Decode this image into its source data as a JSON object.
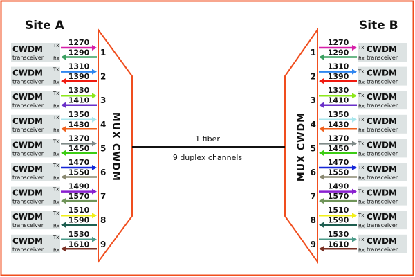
{
  "site_a": {
    "label": "Site A"
  },
  "site_b": {
    "label": "Site B"
  },
  "mux_label": "MUX CWDM",
  "fiber": {
    "line1": "1 fiber",
    "line2": "9 duplex channels"
  },
  "transceiver": {
    "line1": "CWDM",
    "line2": "transceiver",
    "tx": "Tx",
    "rx": "Rx"
  },
  "colors": {
    "frame": "#f04e1e",
    "box": "#dde3e3"
  },
  "channels": [
    {
      "num": "1",
      "tx": "1270",
      "rx": "1290",
      "tx_color": "#d61fa8",
      "rx_color": "#3aa060"
    },
    {
      "num": "2",
      "tx": "1310",
      "rx": "1390",
      "tx_color": "#2f86f0",
      "rx_color": "#f01a10"
    },
    {
      "num": "3",
      "tx": "1330",
      "rx": "1410",
      "tx_color": "#8ee81c",
      "rx_color": "#6a2fc8"
    },
    {
      "num": "4",
      "tx": "1350",
      "rx": "1430",
      "tx_color": "#a8e6ec",
      "rx_color": "#f0601c"
    },
    {
      "num": "5",
      "tx": "1370",
      "rx": "1450",
      "tx_color": "#7f8a88",
      "rx_color": "#3ccc14"
    },
    {
      "num": "6",
      "tx": "1470",
      "rx": "1550",
      "tx_color": "#1426d8",
      "rx_color": "#8a8870"
    },
    {
      "num": "7",
      "tx": "1490",
      "rx": "1570",
      "tx_color": "#8a20d0",
      "rx_color": "#6f9458"
    },
    {
      "num": "8",
      "tx": "1510",
      "rx": "1590",
      "tx_color": "#f2f018",
      "rx_color": "#1e5e50"
    },
    {
      "num": "9",
      "tx": "1530",
      "rx": "1610",
      "tx_color": "#4a9a88",
      "rx_color": "#7a3024"
    }
  ]
}
